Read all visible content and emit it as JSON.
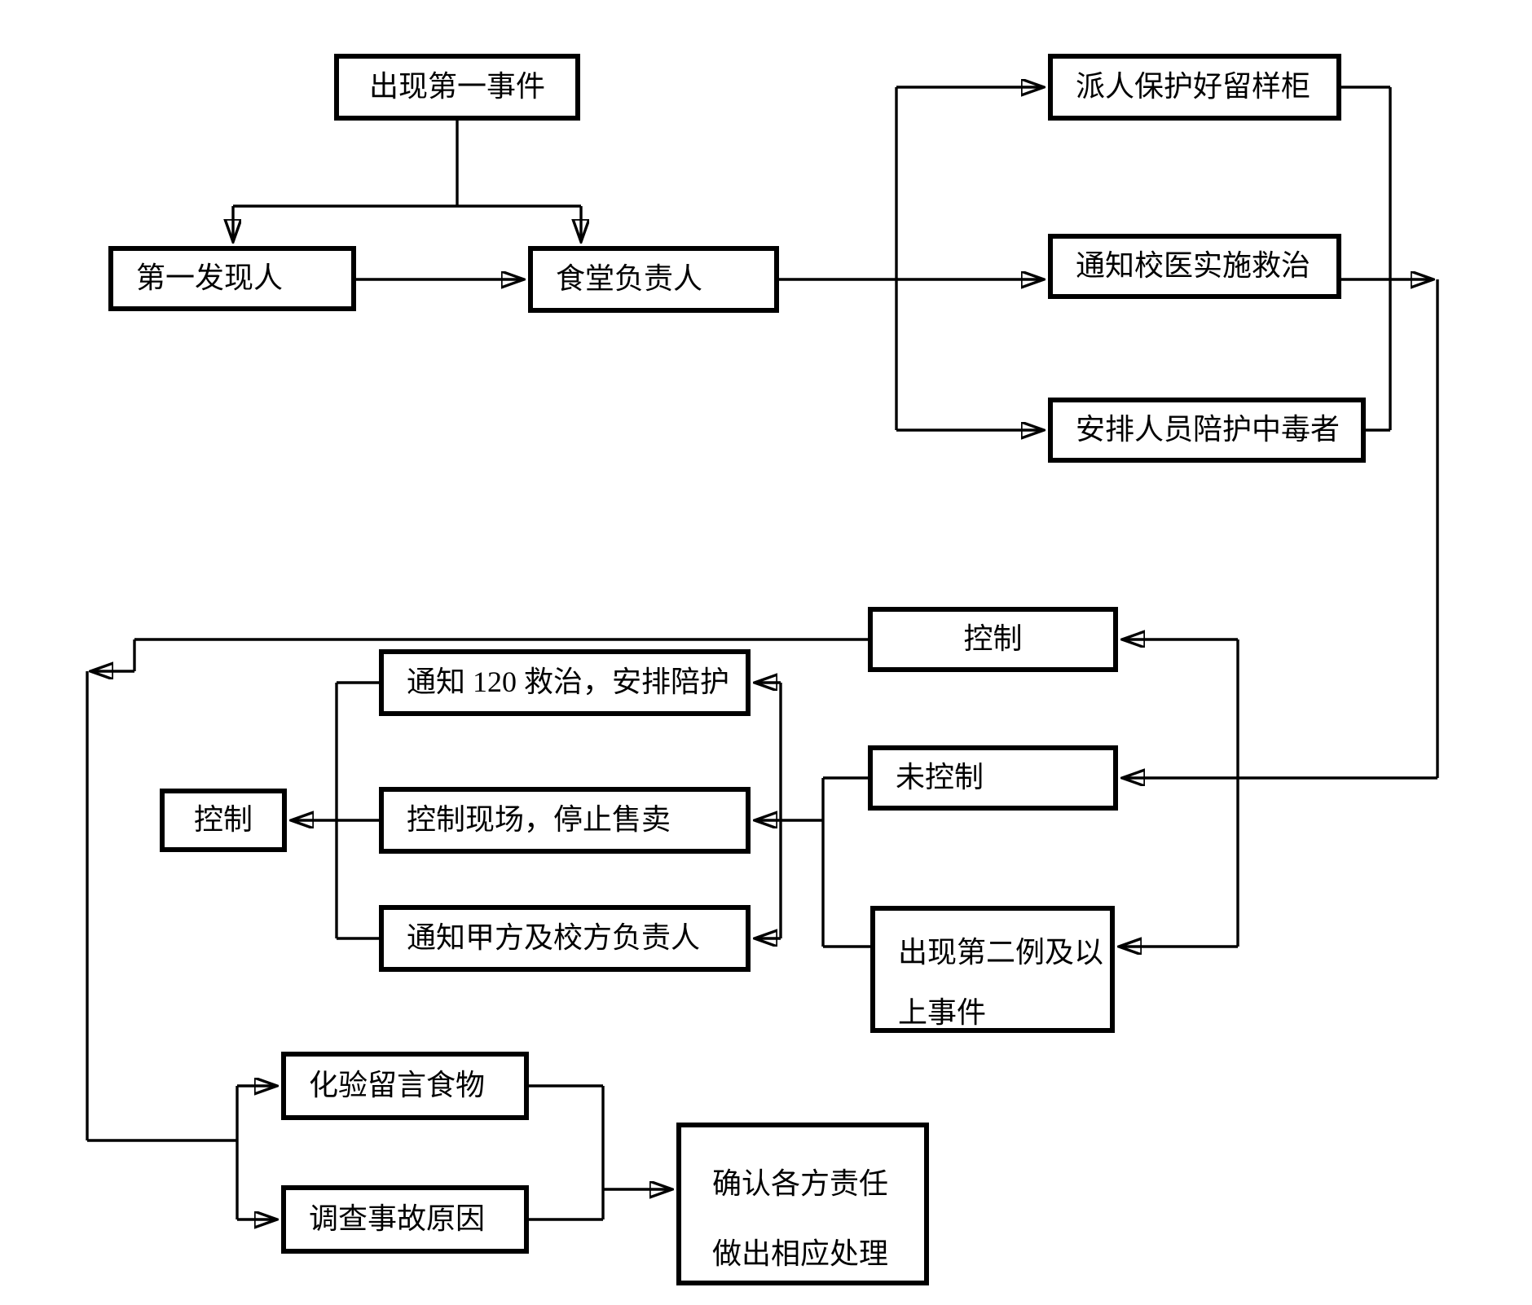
{
  "diagram": {
    "background_color": "#ffffff",
    "line_color": "#000000",
    "box_border_color": "#000000",
    "nodes": {
      "first_event": {
        "label": "出现第一事件"
      },
      "first_discoverer": {
        "label": "第一发现人"
      },
      "canteen_manager": {
        "label": "食堂负责人"
      },
      "protect_cabinet": {
        "label": "派人保护好留样柜"
      },
      "school_doctor": {
        "label": "通知校医实施救治"
      },
      "assign_escort": {
        "label": "安排人员陪护中毒者"
      },
      "controlled_right": {
        "label": "控制"
      },
      "not_controlled": {
        "label": "未控制"
      },
      "second_case": {
        "line1": "出现第二例及以",
        "line2": "上事件"
      },
      "notify_120": {
        "label": "通知 120 救治，安排陪护"
      },
      "control_scene": {
        "label": "控制现场，停止售卖"
      },
      "notify_partners": {
        "label": "通知甲方及校方负责人"
      },
      "controlled_left": {
        "label": "控制"
      },
      "test_food": {
        "label": "化验留言食物"
      },
      "investigate_cause": {
        "label": "调查事故原因"
      },
      "confirm_responsibility": {
        "line1": "确认各方责任",
        "line2": "做出相应处理"
      }
    },
    "flows": [
      {
        "from": [
          "first_event"
        ],
        "to": [
          "first_discoverer",
          "canteen_manager"
        ]
      },
      {
        "from": [
          "first_discoverer"
        ],
        "to": [
          "canteen_manager"
        ]
      },
      {
        "from": [
          "canteen_manager"
        ],
        "to": [
          "protect_cabinet",
          "school_doctor",
          "assign_escort"
        ]
      },
      {
        "from": [
          "protect_cabinet",
          "school_doctor",
          "assign_escort"
        ],
        "to": [
          "controlled_right",
          "not_controlled",
          "second_case"
        ]
      },
      {
        "from": [
          "not_controlled",
          "second_case"
        ],
        "to": [
          "notify_120",
          "control_scene",
          "notify_partners"
        ]
      },
      {
        "from": [
          "notify_120",
          "control_scene",
          "notify_partners"
        ],
        "to": [
          "controlled_left"
        ]
      },
      {
        "from": [
          "controlled_right"
        ],
        "to": [
          "test_food",
          "investigate_cause"
        ]
      },
      {
        "from": [
          "test_food",
          "investigate_cause"
        ],
        "to": [
          "confirm_responsibility"
        ]
      }
    ]
  }
}
